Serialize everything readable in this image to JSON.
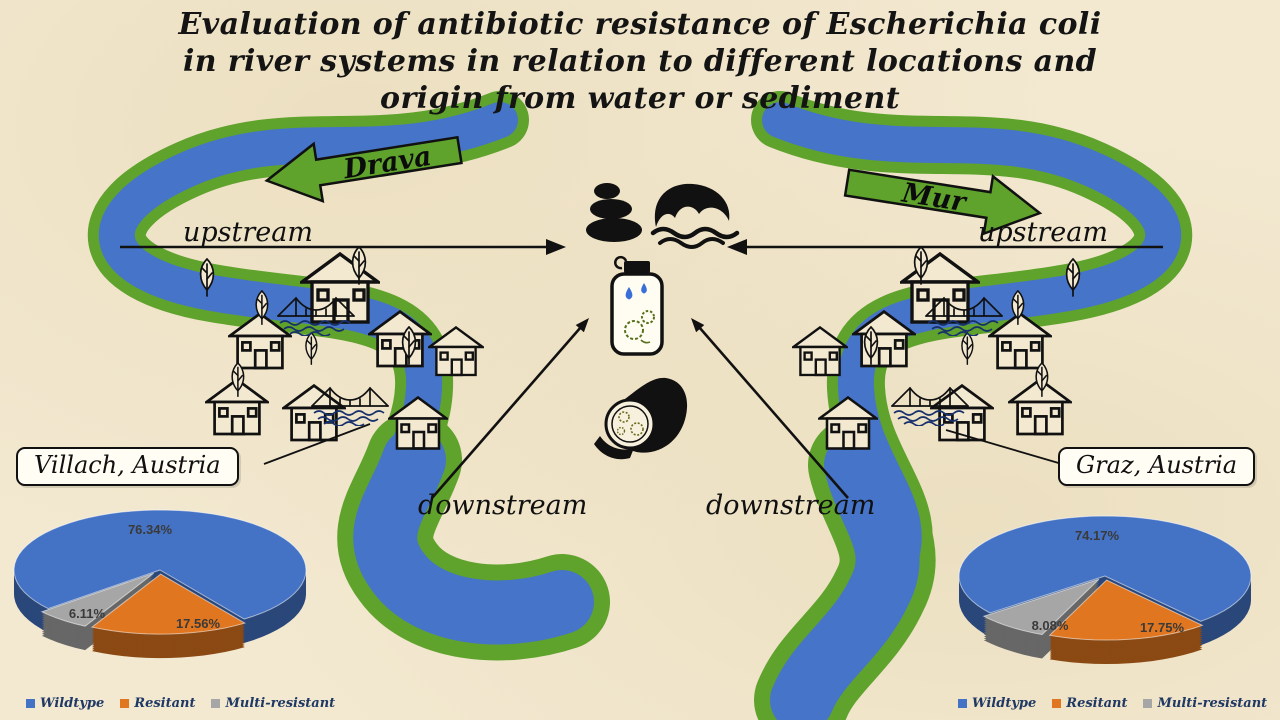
{
  "title": {
    "line1": "Evaluation of antibiotic resistance of Escherichia coli",
    "line2": "in river systems in relation to different locations and",
    "line3": "origin from water or sediment"
  },
  "banners": {
    "left": "Drava",
    "right": "Mur"
  },
  "flow_labels": {
    "left": {
      "upstream": "upstream",
      "downstream": "downstream"
    },
    "right": {
      "upstream": "upstream",
      "downstream": "downstream"
    }
  },
  "callouts": {
    "left": "Villach, Austria",
    "right": "Graz, Austria"
  },
  "icons": {
    "center": [
      "sediment-stones-icon",
      "water-wave-icon",
      "sample-bottle-icon",
      "hand-petri-dish-icon"
    ],
    "scene": [
      "house-icon",
      "tree-icon",
      "bridge-icon",
      "river-banner-arrow"
    ]
  },
  "colors": {
    "background": "#f3e9d1",
    "river_green": "#5fa32c",
    "river_blue": "#4674c8",
    "wildtype": "#4472c4",
    "resistant": "#e0761f",
    "multi_resistant": "#a6a6a6",
    "legend_text": "#1f3864"
  },
  "chart_data": [
    {
      "type": "pie",
      "location": "Villach, Austria",
      "river": "Drava",
      "categories": [
        "Wildtype",
        "Resitant",
        "Multi-resistant"
      ],
      "values": [
        76.34,
        17.56,
        6.11
      ],
      "data_labels": [
        "76.34%",
        "17.56%",
        "6.11%"
      ],
      "colors": [
        "#4472c4",
        "#e0761f",
        "#a6a6a6"
      ],
      "legend_position": "bottom",
      "style": "3d-exploded"
    },
    {
      "type": "pie",
      "location": "Graz, Austria",
      "river": "Mur",
      "categories": [
        "Wildtype",
        "Resitant",
        "Multi-resistant"
      ],
      "values": [
        74.17,
        17.75,
        8.08
      ],
      "data_labels": [
        "74.17%",
        "17.75%",
        "8.08%"
      ],
      "colors": [
        "#4472c4",
        "#e0761f",
        "#a6a6a6"
      ],
      "legend_position": "bottom",
      "style": "3d-exploded"
    }
  ],
  "legend": {
    "items": [
      {
        "label": "Wildtype",
        "color": "#4472c4"
      },
      {
        "label": "Resitant",
        "color": "#e0761f"
      },
      {
        "label": "Multi-resistant",
        "color": "#a6a6a6"
      }
    ]
  }
}
